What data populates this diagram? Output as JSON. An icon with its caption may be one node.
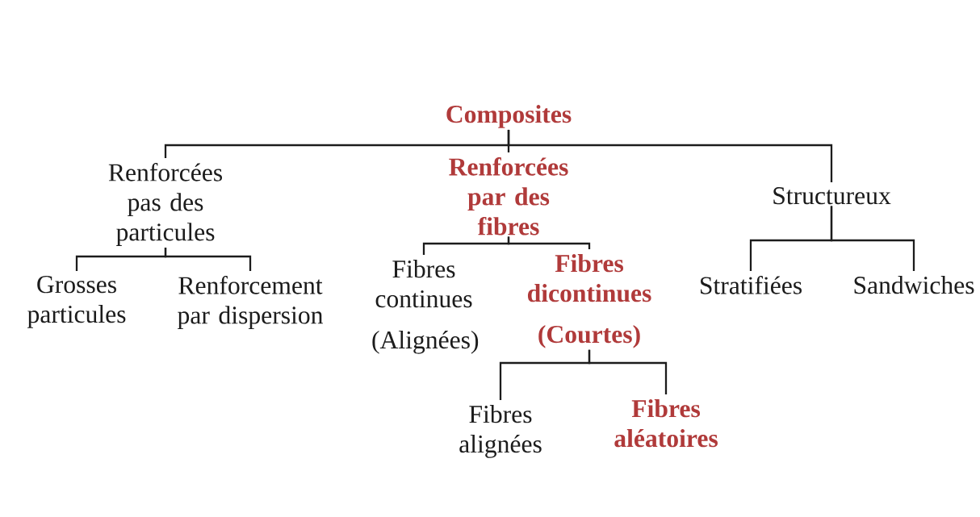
{
  "diagram": {
    "nodes": [
      {
        "text": [
          "Composites"
        ]
      },
      {
        "text": [
          "Renforcées pas des particules"
        ]
      },
      {
        "text": [
          "Renforcées par des fibres"
        ]
      },
      {
        "text": [
          "Structureux"
        ]
      },
      {
        "text": [
          "Grosses particules"
        ]
      },
      {
        "text": [
          "Renforcement par dispersion"
        ]
      },
      {
        "text": [
          "Fibres continues",
          "(Alignées)"
        ]
      },
      {
        "text": [
          "Fibres dicontinues",
          "(Courtes)"
        ]
      },
      {
        "text": [
          "Stratifiées"
        ]
      },
      {
        "text": [
          "Sandwiches"
        ]
      },
      {
        "text": [
          "Fibres alignées"
        ]
      },
      {
        "text": [
          "Fibres aléatoires"
        ]
      }
    ],
    "edges": [
      {
        "from": 0,
        "to": 1,
        "arrow": "none"
      },
      {
        "from": 0,
        "to": 2,
        "arrow": "none"
      },
      {
        "from": 0,
        "to": 3,
        "arrow": "none"
      },
      {
        "from": 1,
        "to": 4,
        "arrow": "none"
      },
      {
        "from": 1,
        "to": 5,
        "arrow": "none"
      },
      {
        "from": 2,
        "to": 6,
        "arrow": "none"
      },
      {
        "from": 2,
        "to": 7,
        "arrow": "none"
      },
      {
        "from": 3,
        "to": 8,
        "arrow": "none"
      },
      {
        "from": 3,
        "to": 9,
        "arrow": "none"
      },
      {
        "from": 7,
        "to": 10,
        "arrow": "none"
      },
      {
        "from": 7,
        "to": 11,
        "arrow": "none"
      }
    ]
  }
}
